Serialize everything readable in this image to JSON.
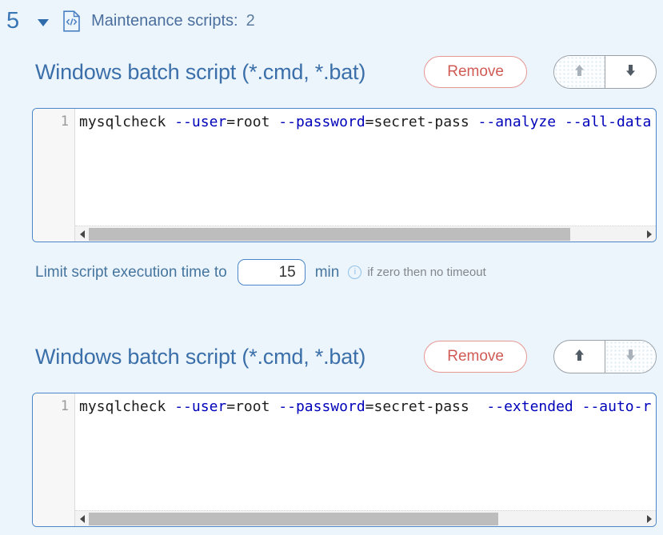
{
  "header": {
    "section_number": "5",
    "title": "Maintenance scripts:",
    "count": "2"
  },
  "limit": {
    "label": "Limit script execution time to",
    "value": "15",
    "unit": "min",
    "info_glyph": "i",
    "hint": "if zero then no timeout"
  },
  "scripts": [
    {
      "title": "Windows batch script (*.cmd, *.bat)",
      "remove_label": "Remove",
      "up_enabled": false,
      "down_enabled": true,
      "line_number": "1",
      "tokens": [
        {
          "text": "mysqlcheck ",
          "type": "plain"
        },
        {
          "text": "--user",
          "type": "option"
        },
        {
          "text": "=",
          "type": "plain"
        },
        {
          "text": "root ",
          "type": "plain"
        },
        {
          "text": "--password",
          "type": "option"
        },
        {
          "text": "=",
          "type": "plain"
        },
        {
          "text": "secret-pass ",
          "type": "plain"
        },
        {
          "text": "--analyze",
          "type": "option"
        },
        {
          "text": " ",
          "type": "plain"
        },
        {
          "text": "--all-data",
          "type": "option"
        }
      ]
    },
    {
      "title": "Windows batch script (*.cmd, *.bat)",
      "remove_label": "Remove",
      "up_enabled": true,
      "down_enabled": false,
      "line_number": "1",
      "tokens": [
        {
          "text": "mysqlcheck ",
          "type": "plain"
        },
        {
          "text": "--user",
          "type": "option"
        },
        {
          "text": "=",
          "type": "plain"
        },
        {
          "text": "root ",
          "type": "plain"
        },
        {
          "text": "--password",
          "type": "option"
        },
        {
          "text": "=",
          "type": "plain"
        },
        {
          "text": "secret-pass  ",
          "type": "plain"
        },
        {
          "text": "--extended",
          "type": "option"
        },
        {
          "text": " ",
          "type": "plain"
        },
        {
          "text": "--auto-r",
          "type": "option"
        }
      ]
    }
  ],
  "colors": {
    "page_background": "#edf5fc",
    "accent_blue": "#3b6fa9",
    "editor_border": "#4a86c8",
    "remove_red": "#d05b55",
    "option_navy": "#0000bb",
    "code_text": "#1d1d1d"
  }
}
